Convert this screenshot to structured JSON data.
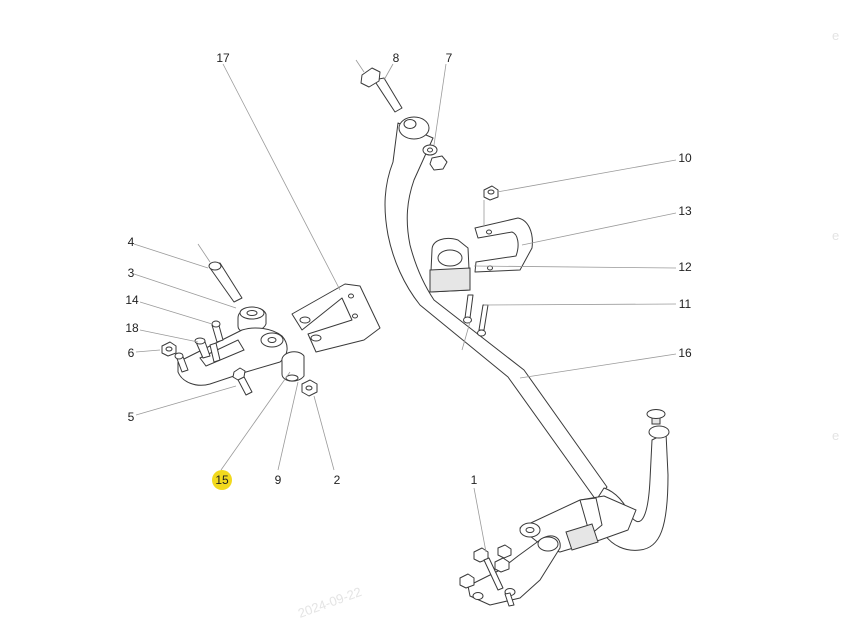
{
  "diagram": {
    "callouts": [
      {
        "id": "1",
        "highlighted": false
      },
      {
        "id": "2",
        "highlighted": false
      },
      {
        "id": "3",
        "highlighted": false
      },
      {
        "id": "4",
        "highlighted": false
      },
      {
        "id": "5",
        "highlighted": false
      },
      {
        "id": "6",
        "highlighted": false
      },
      {
        "id": "7",
        "highlighted": false
      },
      {
        "id": "8",
        "highlighted": false
      },
      {
        "id": "9",
        "highlighted": false
      },
      {
        "id": "10",
        "highlighted": false
      },
      {
        "id": "11",
        "highlighted": false
      },
      {
        "id": "12",
        "highlighted": false
      },
      {
        "id": "13",
        "highlighted": false
      },
      {
        "id": "14",
        "highlighted": false
      },
      {
        "id": "15",
        "highlighted": true
      },
      {
        "id": "16",
        "highlighted": false
      },
      {
        "id": "17",
        "highlighted": false
      },
      {
        "id": "18",
        "highlighted": false
      }
    ],
    "highlight_color": "#f2d91e",
    "watermark": {
      "date": "2024-09-22",
      "mark": "e"
    }
  }
}
